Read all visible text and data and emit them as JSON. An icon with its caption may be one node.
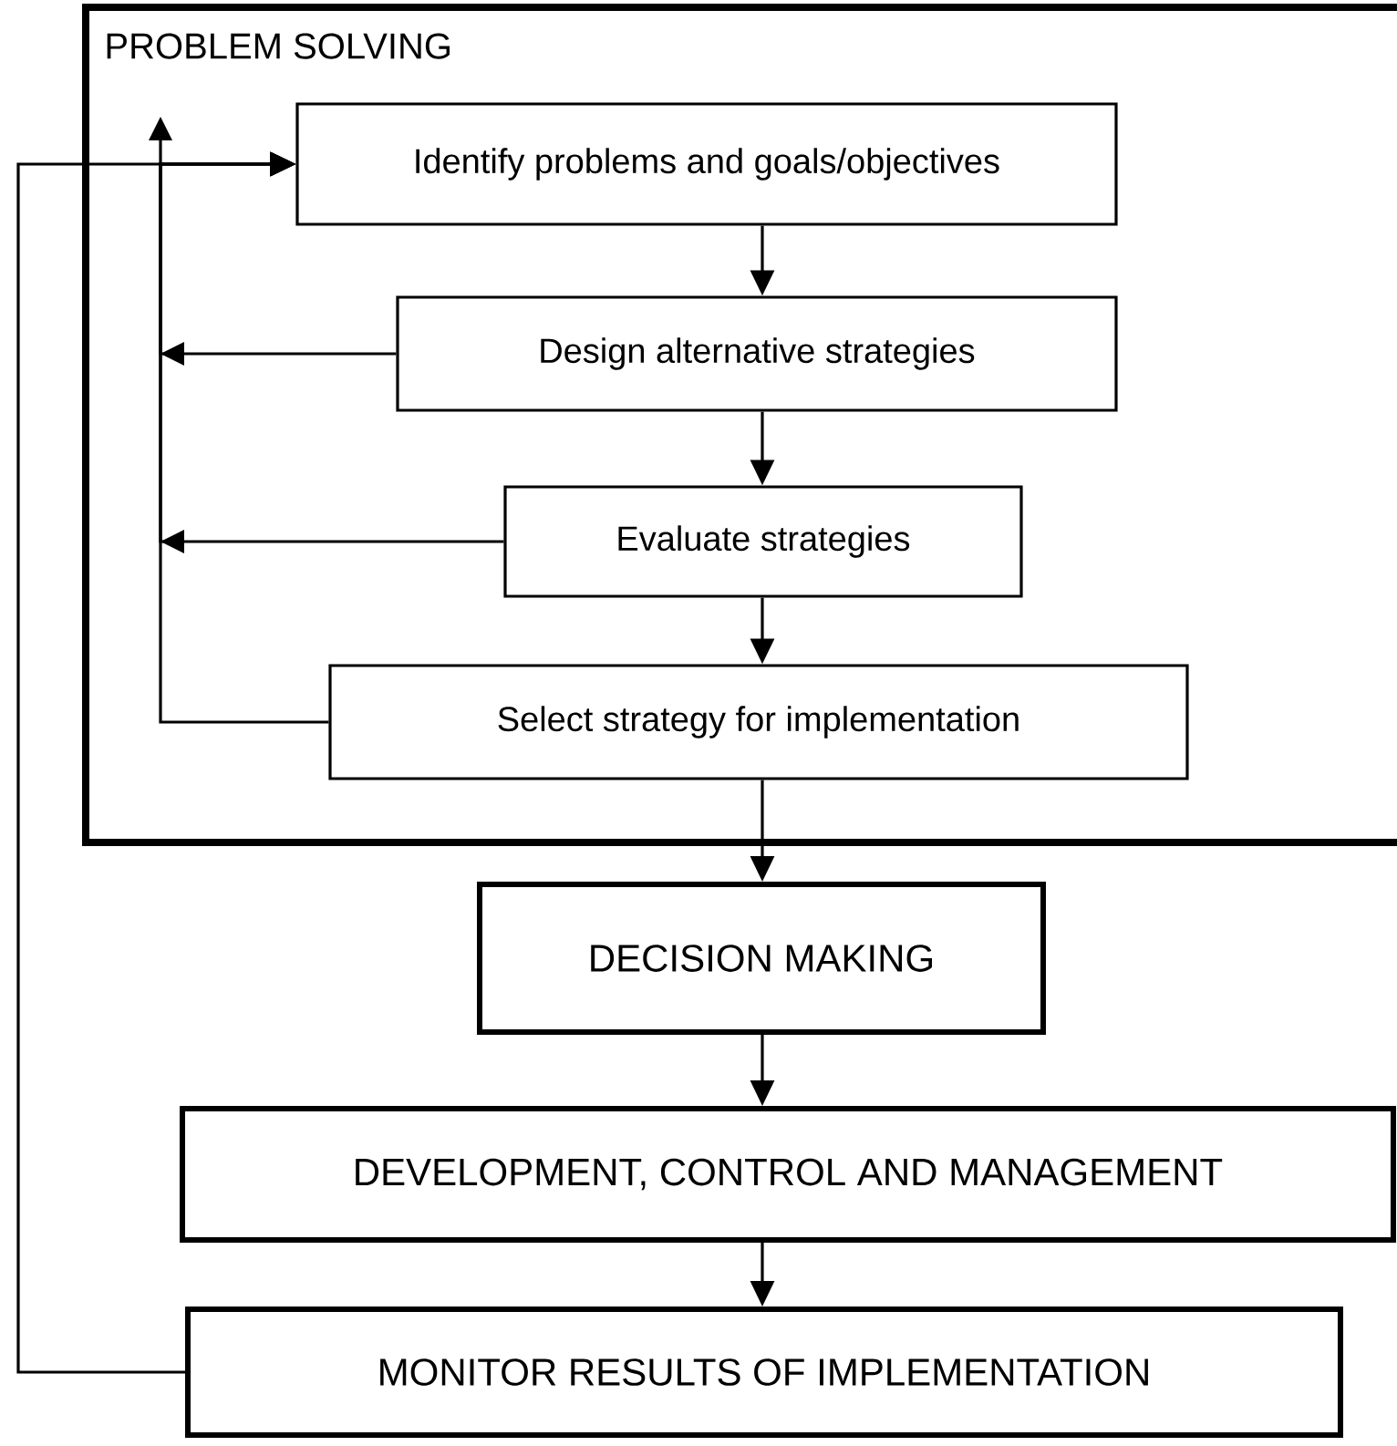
{
  "diagram": {
    "nodes": [
      {
        "text": [
          "PROBLEM SOLVING"
        ]
      },
      {
        "text": [
          "Identify problems and goals/objectives"
        ],
        "in": 0
      },
      {
        "text": [
          "Design alternative strategies"
        ],
        "in": 0
      },
      {
        "text": [
          "Evaluate strategies"
        ],
        "in": 0
      },
      {
        "text": [
          "Select strategy for implementation"
        ],
        "in": 0
      },
      {
        "text": [
          "DECISION MAKING"
        ]
      },
      {
        "text": [
          "DEVELOPMENT, CONTROL AND MANAGEMENT"
        ]
      },
      {
        "text": [
          "MONITOR RESULTS OF IMPLEMENTATION"
        ]
      }
    ],
    "edges": [
      {
        "from": 1,
        "to": 2,
        "arrow": "to"
      },
      {
        "from": 2,
        "to": 3,
        "arrow": "to"
      },
      {
        "from": 3,
        "to": 4,
        "arrow": "to"
      },
      {
        "from": 4,
        "to": 5,
        "arrow": "to"
      },
      {
        "from": 5,
        "to": 6,
        "arrow": "to"
      },
      {
        "from": 6,
        "to": 7,
        "arrow": "to"
      },
      {
        "from": 2,
        "to": 1,
        "arrow": "to"
      },
      {
        "from": 3,
        "to": 1,
        "arrow": "to"
      },
      {
        "from": 4,
        "to": 1,
        "arrow": "to"
      },
      {
        "from": 7,
        "to": 1,
        "arrow": "to"
      }
    ]
  }
}
